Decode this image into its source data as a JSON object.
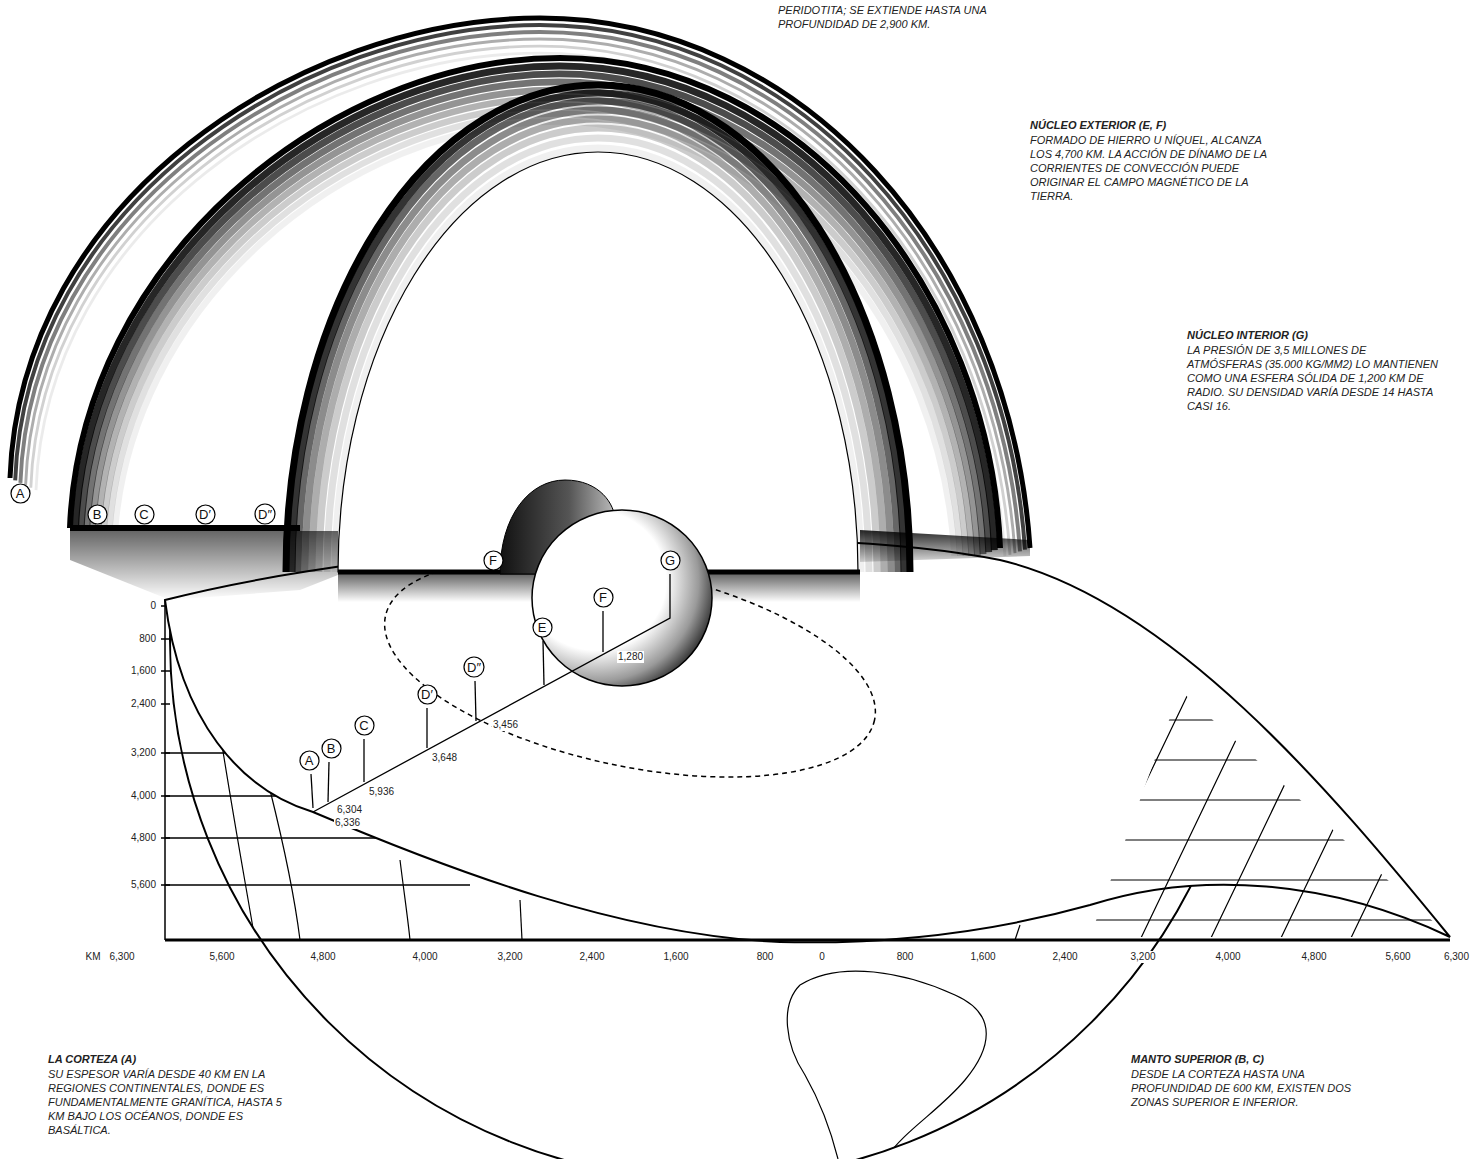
{
  "diagram": {
    "nodes": [
      {
        "text": [
          "A"
        ]
      },
      {
        "text": [
          "B"
        ]
      },
      {
        "text": [
          "C"
        ]
      },
      {
        "text": [
          "D′"
        ]
      },
      {
        "text": [
          "D″"
        ]
      },
      {
        "text": [
          "F"
        ]
      },
      {
        "text": [
          "G"
        ]
      },
      {
        "text": [
          "F"
        ]
      },
      {
        "text": [
          "E"
        ]
      },
      {
        "text": [
          "D″"
        ]
      },
      {
        "text": [
          "D′"
        ]
      },
      {
        "text": [
          "C"
        ]
      },
      {
        "text": [
          "B"
        ]
      },
      {
        "text": [
          "A"
        ]
      }
    ],
    "edges": [],
    "labels": [
      "PERIDOTITA; SE EXTIENDE HASTA UNA PROFUNDIDAD DE 2,900 KM.",
      "NÚCLEO EXTERIOR (E, F)",
      "FORMADO DE HIERRO U NÍQUEL, ALCANZA LOS 4,700 KM. LA ACCIÓN DE DÍNAMO DE LA CORRIENTES DE CONVECCIÓN PUEDE ORIGINAR EL CAMPO MAGNÉTICO DE LA TIERRA.",
      "NÚCLEO INTERIOR (G)",
      "LA PRESIÓN DE 3,5 MILLONES DE ATMÓSFERAS (35.000 KG/MM2) LO MANTIENEN COMO UNA ESFERA SÓLIDA DE 1,200 KM DE RADIO. SU DENSIDAD VARÍA DESDE 14 HASTA CASI 16.",
      "1,280",
      "3,456",
      "3,648",
      "5,936",
      "6,304",
      "6,336",
      "0",
      "800",
      "1,600",
      "2,400",
      "3,200",
      "4,000",
      "4,800",
      "5,600",
      "KM",
      "6,300",
      "5,600",
      "4,800",
      "4,000",
      "3,200",
      "2,400",
      "1,600",
      "800",
      "0",
      "800",
      "1,600",
      "2,400",
      "3,200",
      "4,000",
      "4,800",
      "5,600",
      "6,300",
      "LA CORTEZA (A)",
      "SU ESPESOR VARÍA DESDE 40 KM EN LA REGIONES CONTINENTALES, DONDE ES FUNDAMENTALMENTE GRANÍTICA, HASTA 5 KM BAJO LOS OCÉANOS, DONDE ES BASÁLTICA.",
      "MANTO SUPERIOR (B, C)",
      "DESDE LA CORTEZA HASTA UNA PROFUNDIDAD DE 600 KM, EXISTEN DOS ZONAS SUPERIOR E INFERIOR."
    ]
  }
}
